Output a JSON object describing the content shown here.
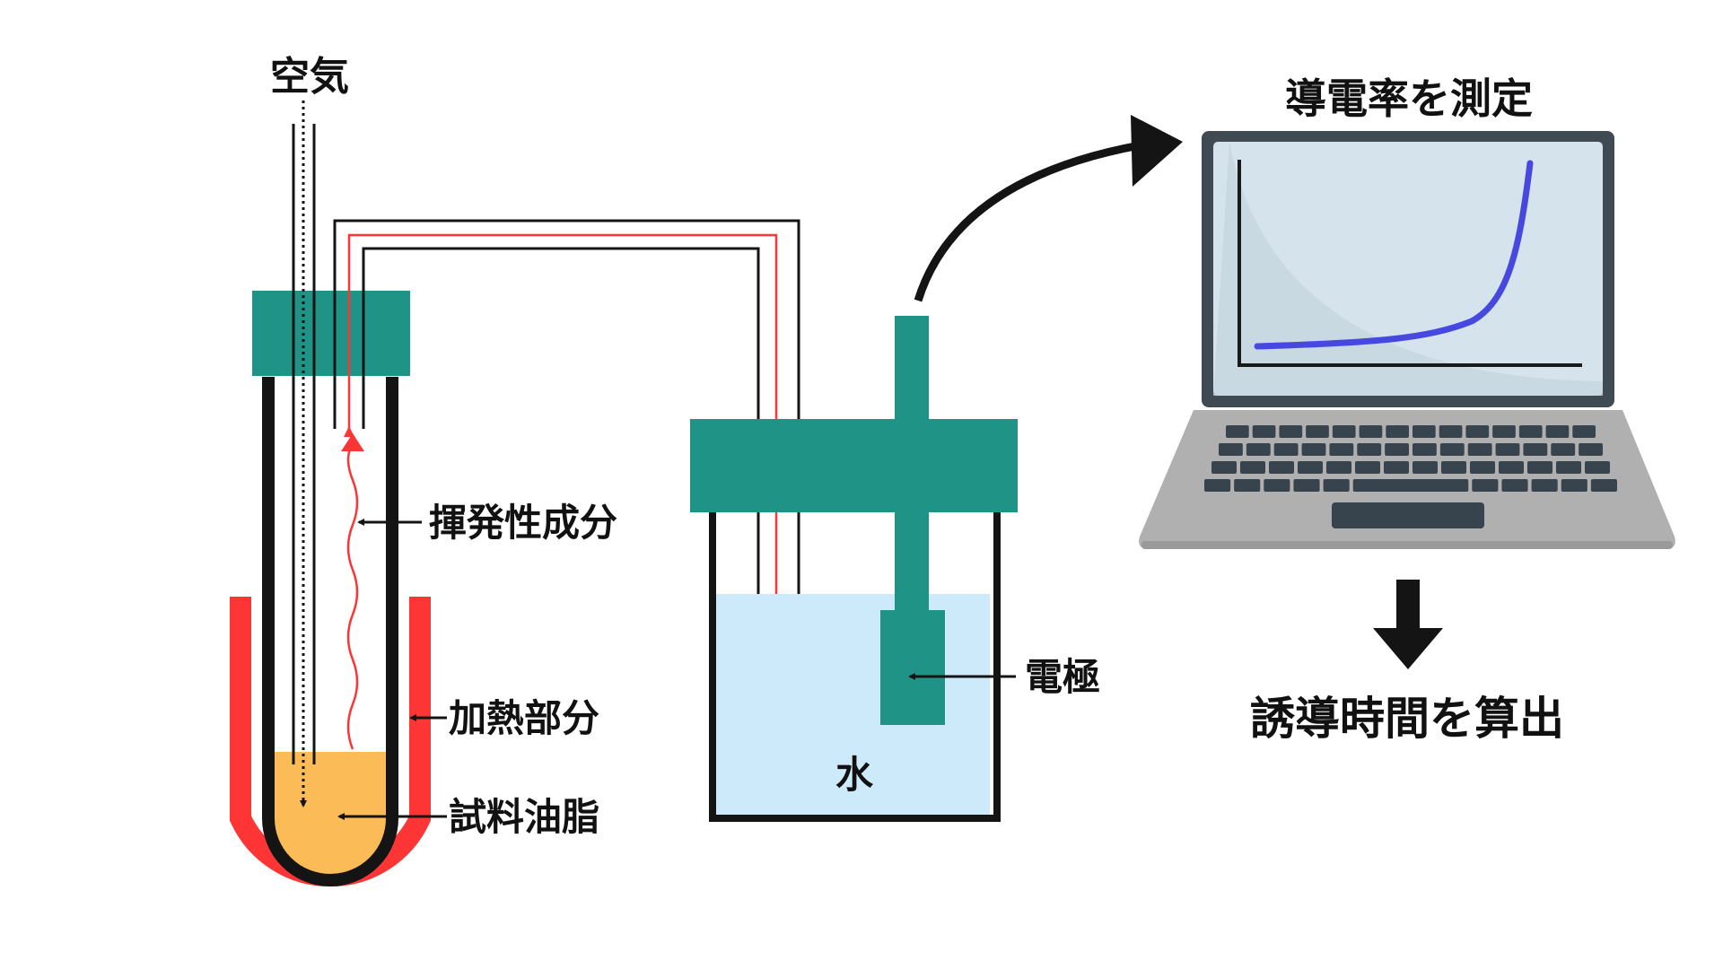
{
  "colors": {
    "tube_outline": "#141414",
    "heater": "#fd3535",
    "stopper": "#1f9385",
    "water": "#cdeafb",
    "oil_sample": "#fbbb56",
    "volatile_flow": "#fd3535",
    "screen": "#d5e4ec",
    "laptop_frame": "#3f4a52",
    "laptop_base": "#b0b0b0",
    "keys": "#38444d",
    "curve": "#4648e0",
    "result_text": "#fd5151"
  },
  "labels": {
    "air": "空気",
    "volatile_components": "揮発性成分",
    "heating_section": "加熱部分",
    "sample_oil": "試料油脂",
    "water": "水",
    "electrode": "電極",
    "measure_conductivity": "導電率を測定",
    "calculate_induction_time": "誘導時間を算出"
  },
  "icons": {
    "arrow_to_laptop": "curved-arrow-icon",
    "arrow_down": "down-arrow-icon",
    "laptop": "laptop-icon"
  }
}
